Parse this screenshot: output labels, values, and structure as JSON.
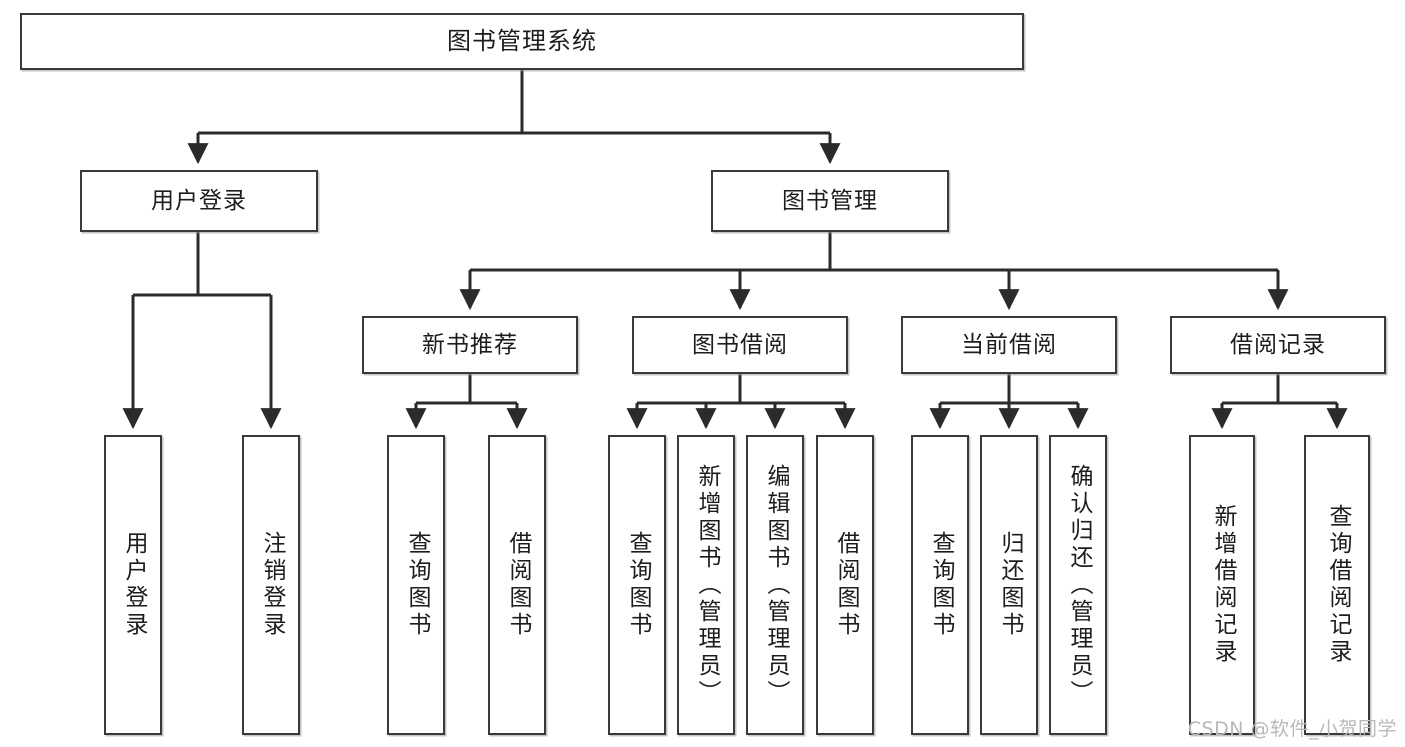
{
  "diagram": {
    "title": "图书管理系统",
    "type": "tree",
    "watermark": "CSDN @软件_小贺同学",
    "colors": {
      "box_border": "#3a3a3a",
      "box_fill": "#ffffff",
      "connector": "#2b2b2b",
      "text": "#1d1d1d",
      "watermark": "#b9b9b9"
    },
    "levels": {
      "root": [
        "图书管理系统"
      ],
      "level2": [
        "用户登录",
        "图书管理"
      ],
      "level3": [
        "新书推荐",
        "图书借阅",
        "当前借阅",
        "借阅记录"
      ],
      "leaves": [
        "用户登录",
        "注销登录",
        "查询图书",
        "借阅图书",
        "查询图书",
        "新增图书（管理员）",
        "编辑图书（管理员）",
        "借阅图书",
        "查询图书",
        "归还图书",
        "确认归还（管理员）",
        "新增借阅记录",
        "查询借阅记录"
      ]
    },
    "nodes": {
      "root": {
        "label": "图书管理系统"
      },
      "user_login": {
        "label": "用户登录"
      },
      "book_manage": {
        "label": "图书管理"
      },
      "new_book_rec": {
        "label": "新书推荐"
      },
      "book_borrow": {
        "label": "图书借阅"
      },
      "current_borrow": {
        "label": "当前借阅"
      },
      "borrow_record": {
        "label": "借阅记录"
      },
      "leaf_login": {
        "label": "用户登录"
      },
      "leaf_logout": {
        "label": "注销登录"
      },
      "leaf_query_book_a": {
        "label": "查询图书"
      },
      "leaf_borrow_book_a": {
        "label": "借阅图书"
      },
      "leaf_query_book_b": {
        "label": "查询图书"
      },
      "leaf_add_book": {
        "label": "新增图书（管理员）"
      },
      "leaf_edit_book": {
        "label": "编辑图书（管理员）"
      },
      "leaf_borrow_book_b": {
        "label": "借阅图书"
      },
      "leaf_query_book_c": {
        "label": "查询图书"
      },
      "leaf_return_book": {
        "label": "归还图书"
      },
      "leaf_confirm_return": {
        "label": "确认归还（管理员）"
      },
      "leaf_add_record": {
        "label": "新增借阅记录"
      },
      "leaf_query_record": {
        "label": "查询借阅记录"
      }
    },
    "edges": [
      {
        "from": "root",
        "to": "user_login"
      },
      {
        "from": "root",
        "to": "book_manage"
      },
      {
        "from": "user_login",
        "to": "leaf_login"
      },
      {
        "from": "user_login",
        "to": "leaf_logout"
      },
      {
        "from": "book_manage",
        "to": "new_book_rec"
      },
      {
        "from": "book_manage",
        "to": "book_borrow"
      },
      {
        "from": "book_manage",
        "to": "current_borrow"
      },
      {
        "from": "book_manage",
        "to": "borrow_record"
      },
      {
        "from": "new_book_rec",
        "to": "leaf_query_book_a"
      },
      {
        "from": "new_book_rec",
        "to": "leaf_borrow_book_a"
      },
      {
        "from": "book_borrow",
        "to": "leaf_query_book_b"
      },
      {
        "from": "book_borrow",
        "to": "leaf_add_book"
      },
      {
        "from": "book_borrow",
        "to": "leaf_edit_book"
      },
      {
        "from": "book_borrow",
        "to": "leaf_borrow_book_b"
      },
      {
        "from": "current_borrow",
        "to": "leaf_query_book_c"
      },
      {
        "from": "current_borrow",
        "to": "leaf_return_book"
      },
      {
        "from": "current_borrow",
        "to": "leaf_confirm_return"
      },
      {
        "from": "borrow_record",
        "to": "leaf_add_record"
      },
      {
        "from": "borrow_record",
        "to": "leaf_query_record"
      }
    ]
  }
}
